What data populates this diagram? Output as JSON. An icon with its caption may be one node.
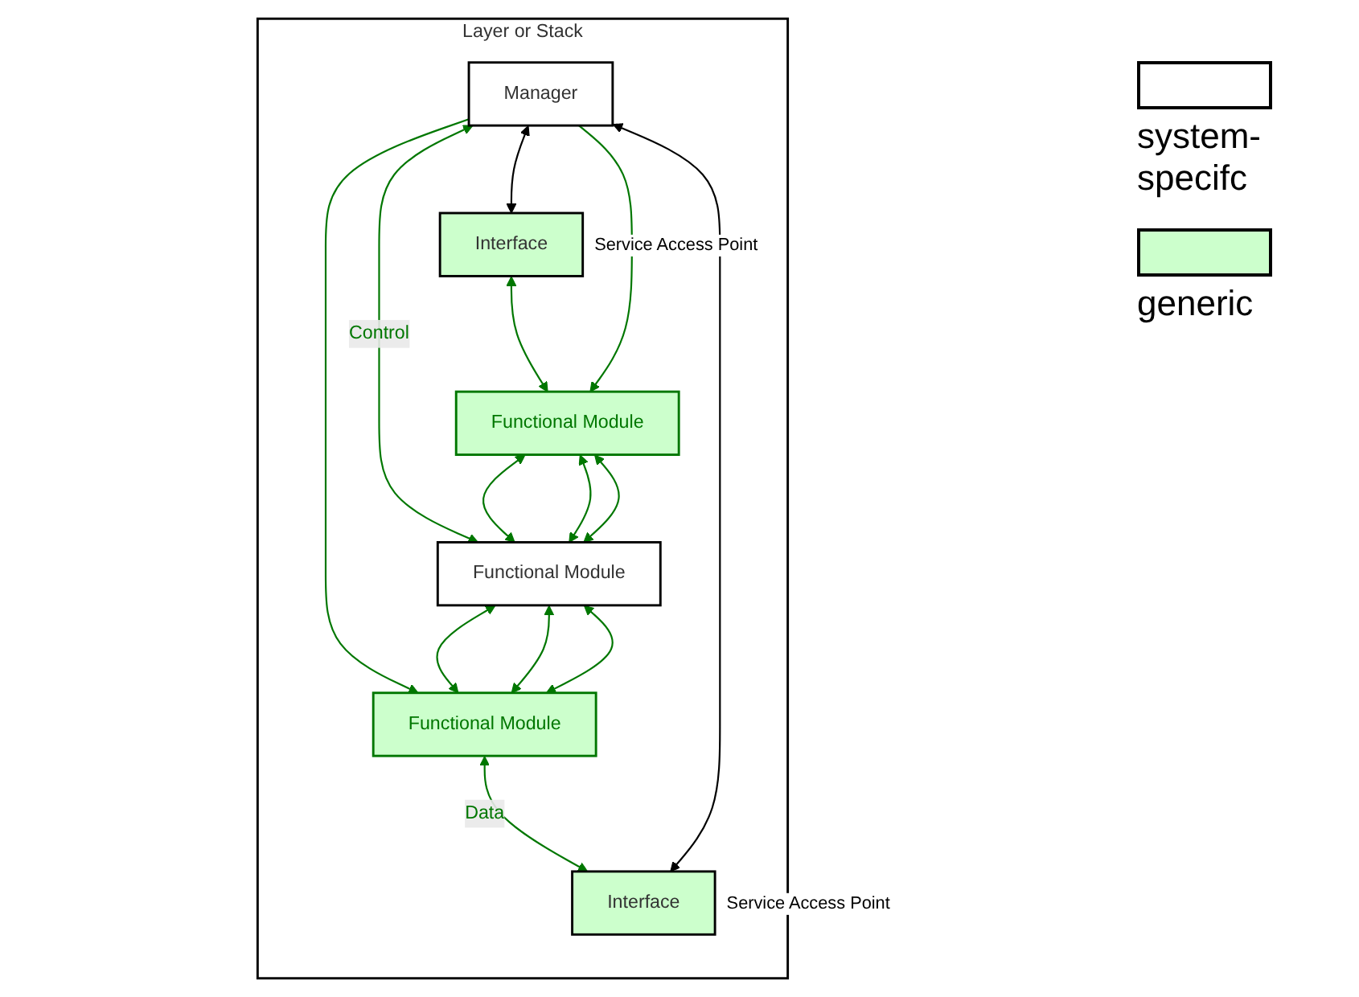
{
  "diagram": {
    "nodes": [
      {
        "text": [
          "Layer or Stack"
        ]
      },
      {
        "text": [
          "Interface"
        ],
        "in": 0,
        "beside": [
          "Service Access Point"
        ]
      },
      {
        "text": [
          "Functional Module"
        ],
        "in": 0
      },
      {
        "text": [
          "Manager"
        ],
        "in": 0
      },
      {
        "text": [
          "Functional Module"
        ],
        "in": 0
      },
      {
        "text": [
          "Functional Module"
        ],
        "in": 0
      },
      {
        "text": [
          "Interface"
        ],
        "in": 0,
        "beside": [
          "Service Access Point"
        ]
      }
    ],
    "edges": [
      {
        "from": 3,
        "to": 1,
        "arrow": "both",
        "color": "#000000"
      },
      {
        "from": 1,
        "to": 2,
        "arrow": "both"
      },
      {
        "from": 3,
        "to": 2,
        "arrow": "to"
      },
      {
        "from": 3,
        "to": 4,
        "arrow": "both",
        "label": "Control"
      },
      {
        "from": 3,
        "to": 5,
        "arrow": "to"
      },
      {
        "from": 2,
        "to": 4,
        "arrow": "both"
      },
      {
        "from": 2,
        "to": 4,
        "arrow": "both"
      },
      {
        "from": 2,
        "to": 4,
        "arrow": "both"
      },
      {
        "from": 4,
        "to": 5,
        "arrow": "both"
      },
      {
        "from": 4,
        "to": 5,
        "arrow": "both"
      },
      {
        "from": 4,
        "to": 5,
        "arrow": "both"
      },
      {
        "from": 5,
        "to": 6,
        "arrow": "both",
        "label": "Data"
      },
      {
        "from": 3,
        "to": 6,
        "arrow": "both",
        "color": "#000000"
      }
    ],
    "legend": [
      {
        "text": "system-specifc",
        "color": "#ffffff"
      },
      {
        "text": "generic",
        "color": "#ccffcc"
      }
    ]
  }
}
